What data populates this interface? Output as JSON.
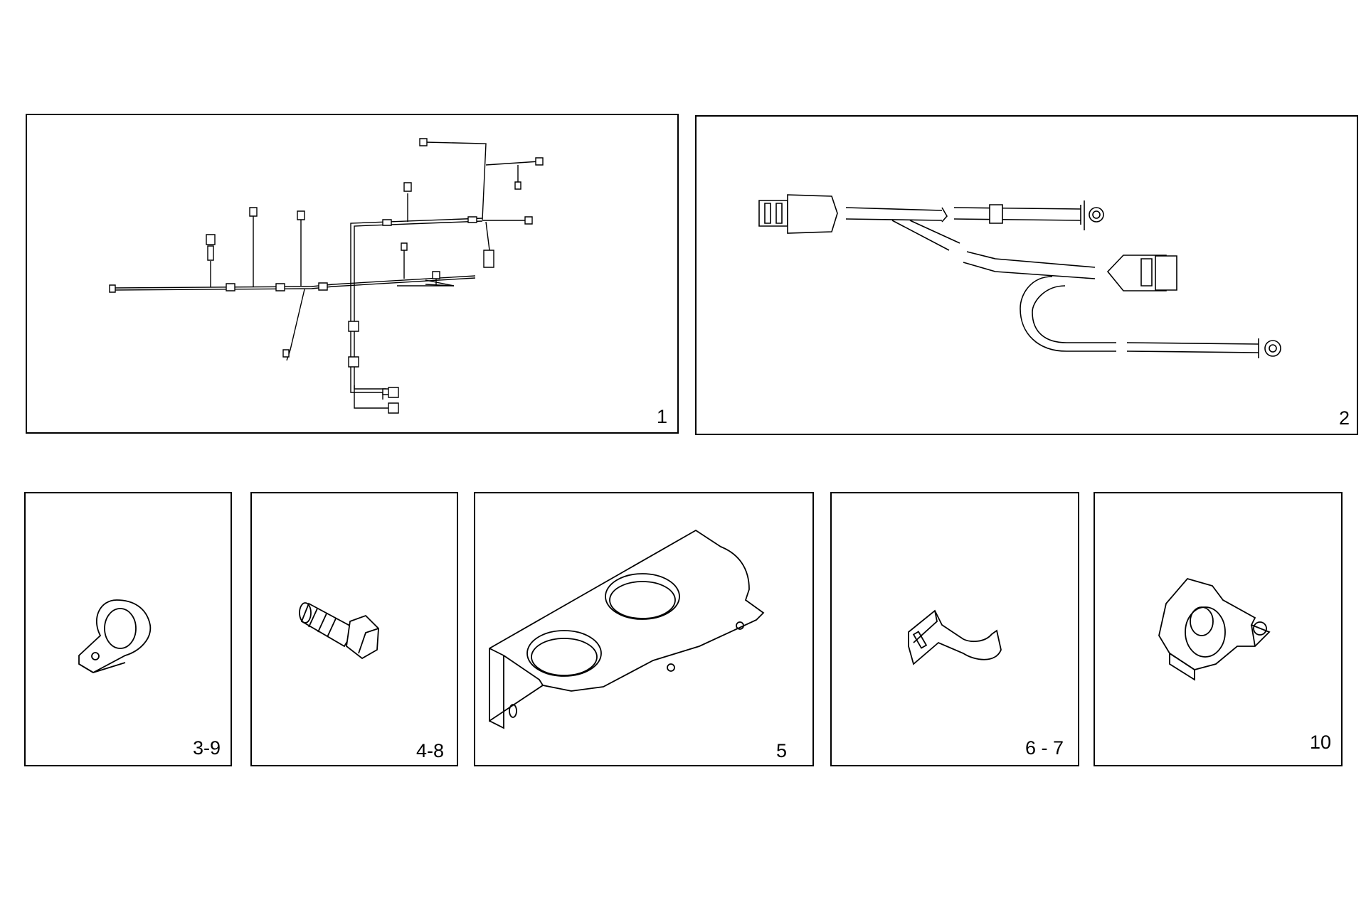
{
  "panels": {
    "p1": {
      "label": "1",
      "icon": "wiring-harness"
    },
    "p2": {
      "label": "2",
      "icon": "y-cable-harness"
    },
    "p3": {
      "label": "3-9",
      "icon": "p-clamp"
    },
    "p4": {
      "label": "4-8",
      "icon": "hex-bolt"
    },
    "p5": {
      "label": "5",
      "icon": "mounting-bracket"
    },
    "p6": {
      "label": "6 - 7",
      "icon": "hook-clip"
    },
    "p7": {
      "label": "10",
      "icon": "cable-holder-clip"
    }
  }
}
